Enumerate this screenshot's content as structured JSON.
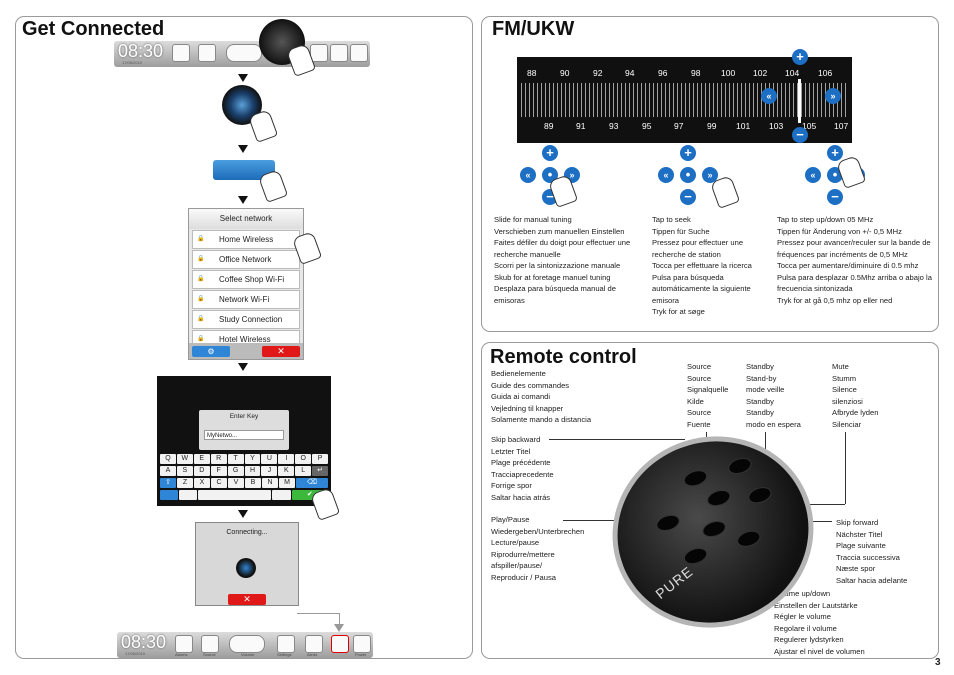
{
  "page_number": "3",
  "get_connected": {
    "title": "Get Connected",
    "device_time": "08:30",
    "device_date": "17/05/2010",
    "device_icons": [
      "Alarms",
      "Source",
      "Volume",
      "Settings",
      "Alerts",
      "Power"
    ],
    "select_network": {
      "header": "Select network",
      "networks": [
        "Home Wireless",
        "Office Network",
        "Coffee Shop Wi-Fi",
        "Network Wi-Fi",
        "Study Connection",
        "Hotel Wireless"
      ]
    },
    "enter_key": {
      "header": "Enter Key",
      "value": "MyNetwo...",
      "rows": [
        [
          "Q",
          "W",
          "E",
          "R",
          "T",
          "Y",
          "U",
          "I",
          "O",
          "P"
        ],
        [
          "A",
          "S",
          "D",
          "F",
          "G",
          "H",
          "J",
          "K",
          "L"
        ],
        [
          "Z",
          "X",
          "C",
          "V",
          "B",
          "N",
          "M"
        ]
      ]
    },
    "connecting": "Connecting..."
  },
  "fm": {
    "title": "FM/UKW",
    "top_scale": [
      "88",
      "90",
      "92",
      "94",
      "96",
      "98",
      "100",
      "102",
      "104",
      "106"
    ],
    "bottom_scale": [
      "89",
      "91",
      "93",
      "95",
      "97",
      "99",
      "101",
      "103",
      "105",
      "107"
    ],
    "columns": [
      [
        "Slide for manual tuning",
        "Verschieben zum manuellen Einstellen",
        "Faites défiler du doigt pour effectuer une recherche manuelle",
        "Scorri per la sintonizzazione manuale",
        "Skub for at foretage manuel tuning",
        "Desplaza para búsqueda manual de emisoras"
      ],
      [
        "Tap to seek",
        "Tippen für Suche",
        "Pressez pour effectuer une recherche de station",
        "Tocca per effettuare la ricerca",
        "Pulsa para búsqueda automáticamente la siguiente emisora",
        "Tryk for at søge"
      ],
      [
        "Tap to step up/down 05 MHz",
        "Tippen für Änderung von +/- 0,5 MHz",
        "Pressez pour avancer/reculer sur la bande de fréquences par incréments de 0,5 MHz",
        "Tocca per aumentare/diminuire di 0.5 mhz",
        "Pulsa para desplazar 0.5Mhz arriba o abajo la frecuencia sintonizada",
        "Tryk for at gå 0,5 mhz op eller ned"
      ]
    ]
  },
  "remote": {
    "title": "Remote control",
    "intro": [
      "Bedienelemente",
      "Guide des commandes",
      "Guida ai comandi",
      "Vejledning til knapper",
      "Solamente mando a distancia"
    ],
    "source": [
      "Source",
      "Source",
      "Signalquelle",
      "Kilde",
      "Source",
      "Fuente"
    ],
    "standby": [
      "Standby",
      "Stand-by",
      "mode veille",
      "Standby",
      "Standby",
      "modo en espera"
    ],
    "mute": [
      "Mute",
      "Stumm",
      "Silence",
      "silenziosi",
      "Afbryde lyden",
      "Silenciar"
    ],
    "skip_backward": [
      "Skip backward",
      "Letzter Titel",
      "Plage précédente",
      "Tracciaprecedente",
      "Forrige spor",
      "Saltar hacia atrás"
    ],
    "play_pause": [
      "Play/Pause",
      "Wiedergeben/Unterbrechen",
      "Lecture/pause",
      "Riprodurre/mettere",
      "afspiller/pause/",
      "Reproducir / Pausa"
    ],
    "skip_forward": [
      "Skip forward",
      "Nächster Titel",
      "Plage suivante",
      "Traccia successiva",
      "Næste spor",
      "Saltar hacia adelante"
    ],
    "volume": [
      "Volume up/down",
      "Einstellen der Lautstärke",
      "Régler le volume",
      "Regolare il volume",
      "Regulerer lydstyrken",
      "Ajustar el nivel de volumen"
    ],
    "brand": "PURE"
  }
}
